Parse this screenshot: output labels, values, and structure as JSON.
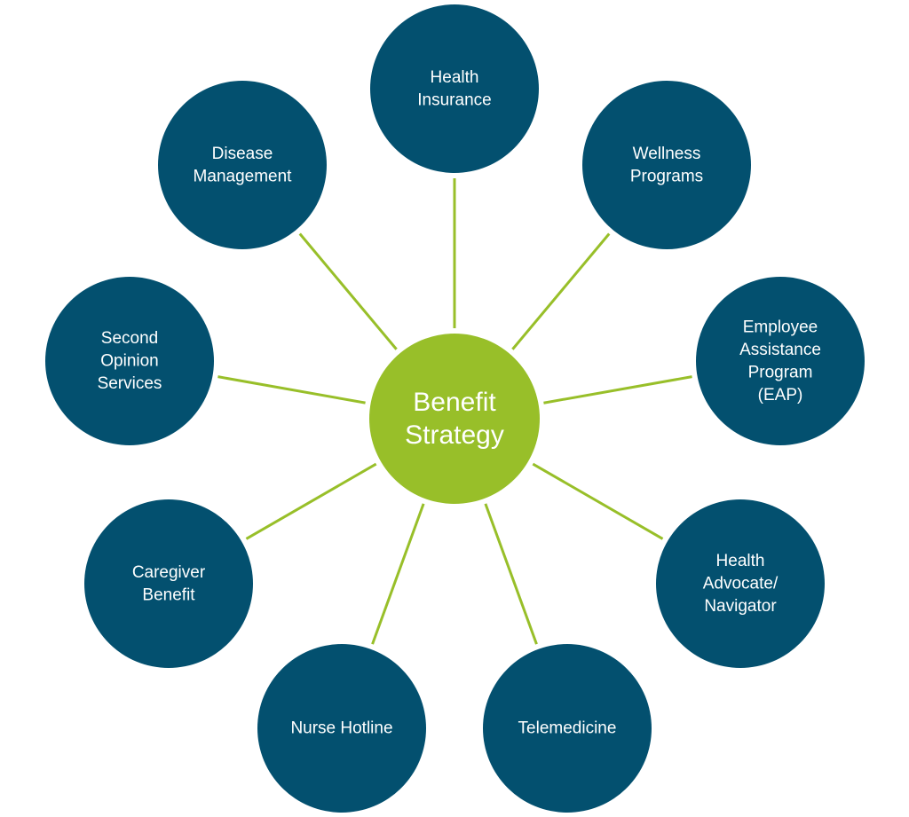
{
  "colors": {
    "node_fill": "#03506F",
    "center_fill": "#98BF29",
    "connector": "#98BF29",
    "label_text": "#FFFFFF",
    "background": "#FFFFFF"
  },
  "center": {
    "lines": [
      "Benefit",
      "Strategy"
    ]
  },
  "nodes": [
    {
      "id": "health-insurance",
      "lines": [
        "Health",
        "Insurance"
      ]
    },
    {
      "id": "wellness-programs",
      "lines": [
        "Wellness",
        "Programs"
      ]
    },
    {
      "id": "employee-assistance-program",
      "lines": [
        "Employee",
        "Assistance",
        "Program",
        "(EAP)"
      ]
    },
    {
      "id": "health-advocate-navigator",
      "lines": [
        "Health",
        "Advocate/",
        "Navigator"
      ]
    },
    {
      "id": "telemedicine",
      "lines": [
        "Telemedicine"
      ]
    },
    {
      "id": "nurse-hotline",
      "lines": [
        "Nurse Hotline"
      ]
    },
    {
      "id": "caregiver-benefit",
      "lines": [
        "Caregiver",
        "Benefit"
      ]
    },
    {
      "id": "second-opinion-services",
      "lines": [
        "Second",
        "Opinion",
        "Services"
      ]
    },
    {
      "id": "disease-management",
      "lines": [
        "Disease",
        "Management"
      ]
    }
  ]
}
